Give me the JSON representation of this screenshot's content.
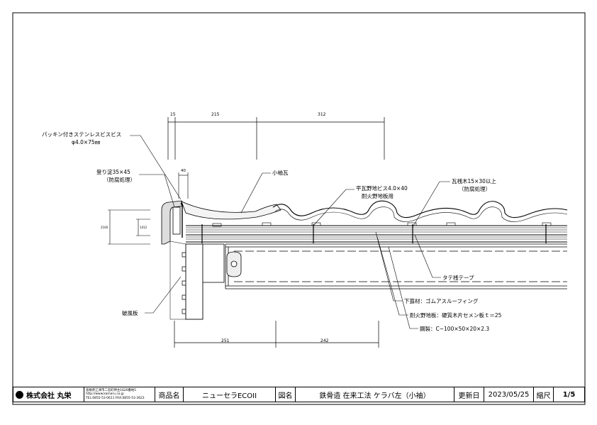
{
  "dimensions": {
    "top": [
      "15",
      "215",
      "312"
    ],
    "small": "40",
    "bottom": [
      "251",
      "242"
    ],
    "left_a": "2160",
    "left_b": "1412"
  },
  "labels": {
    "packing_screw_1": "パッキン付きステンレスビスビス",
    "packing_screw_2": "φ4.0×75㎜",
    "nobori_1": "登り淀35×45",
    "nobori_2": "（防腐処理）",
    "kosode": "小袖瓦",
    "hira_screw_1": "平瓦野地ビス4.0×40",
    "hira_screw_2": "耐火野地板用",
    "kawara_sangi_1": "瓦桟木15×30以上",
    "kawara_sangi_2": "（防腐処理）",
    "tate_tape": "タテ桟テープ",
    "shitabuki": "下葺材：ゴムアスルーフィング",
    "noji": "耐火野地板：硬質木片セメン板ｔ＝25",
    "kousei": "鋼製：C−100×50×20×2.3",
    "hafu": "破風板"
  },
  "titleblock": {
    "company": "株式会社 丸栄",
    "address_1": "島根県江津市二宮町神主1620番地5",
    "address_2": "http://www.kamaru.co.jp",
    "address_3": "TEL:0855-53-0611 FAX:0855-53-3623",
    "product_label": "商品名",
    "product_value": "ニューセラECOII",
    "drawing_label": "図名",
    "drawing_value": "鉄骨造 在来工法 ケラバ左（小袖）",
    "date_label": "更新日",
    "date_value": "2023/05/25",
    "scale_label": "縮尺",
    "scale_value": "1/5"
  }
}
